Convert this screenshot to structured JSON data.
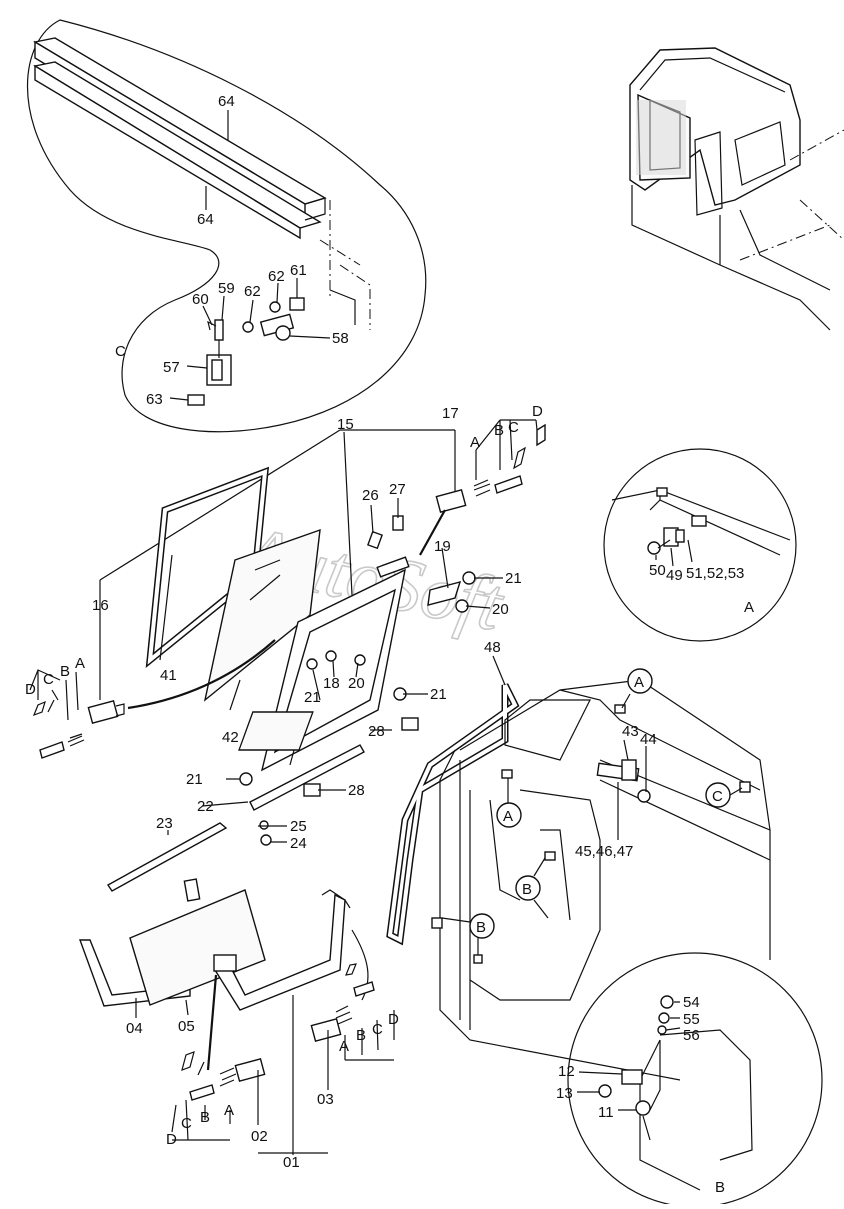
{
  "watermark": "AutoSoft",
  "parts": {
    "p01": "01",
    "p02": "02",
    "p03": "03",
    "p04": "04",
    "p05": "05",
    "p11": "11",
    "p12": "12",
    "p13": "13",
    "p15": "15",
    "p16": "16",
    "p17": "17",
    "p18": "18",
    "p19": "19",
    "p20": "20",
    "p21": "21",
    "p22": "22",
    "p23": "23",
    "p24": "24",
    "p25": "25",
    "p26": "26",
    "p27": "27",
    "p28": "28",
    "p41": "41",
    "p42": "42",
    "p43": "43",
    "p44": "44",
    "p45_46_47": "45,46,47",
    "p48": "48",
    "p49": "49",
    "p50": "50",
    "p51_52_53": "51,52,53",
    "p54": "54",
    "p55": "55",
    "p56": "56",
    "p57": "57",
    "p58": "58",
    "p59": "59",
    "p60": "60",
    "p61": "61",
    "p62": "62",
    "p63": "63",
    "p64": "64"
  },
  "callouts": {
    "A": "A",
    "B": "B",
    "C": "C",
    "D": "D"
  },
  "detail_views": {
    "A": "A",
    "B": "B",
    "C": "C"
  }
}
